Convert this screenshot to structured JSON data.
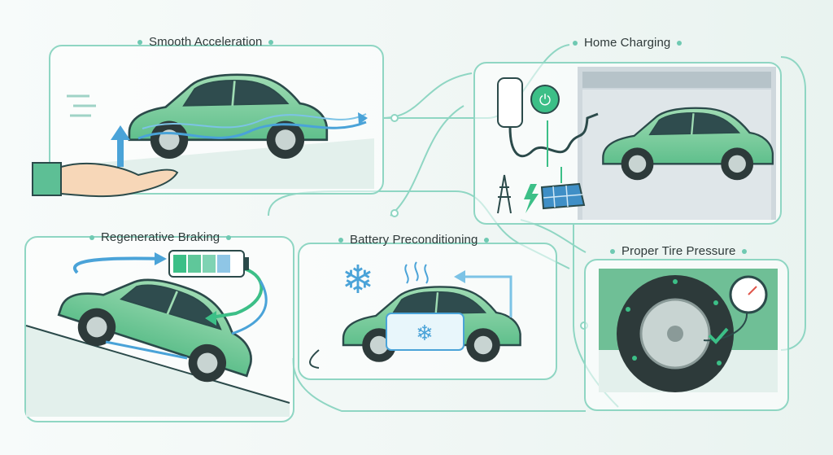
{
  "panels": {
    "smooth_acceleration": "Smooth Acceleration",
    "home_charging": "Home Charging",
    "regenerative_braking": "Regenerative Braking",
    "battery_preconditioning": "Battery Preconditioning",
    "proper_tire_pressure": "Proper Tire Pressure"
  },
  "colors": {
    "car_body": "#7fcf9e",
    "outline": "#2b4a4a",
    "accent_blue": "#4aa3d8",
    "accent_green": "#3cbf87",
    "connector": "#8fd6c3"
  },
  "icons": [
    "hand-icon",
    "battery-icon",
    "snowflake-icon",
    "heat-waves-icon",
    "wall-charger-icon",
    "plug-icon",
    "power-tower-icon",
    "solar-panel-icon",
    "lightning-icon",
    "pressure-gauge-icon",
    "checkmark-icon"
  ]
}
